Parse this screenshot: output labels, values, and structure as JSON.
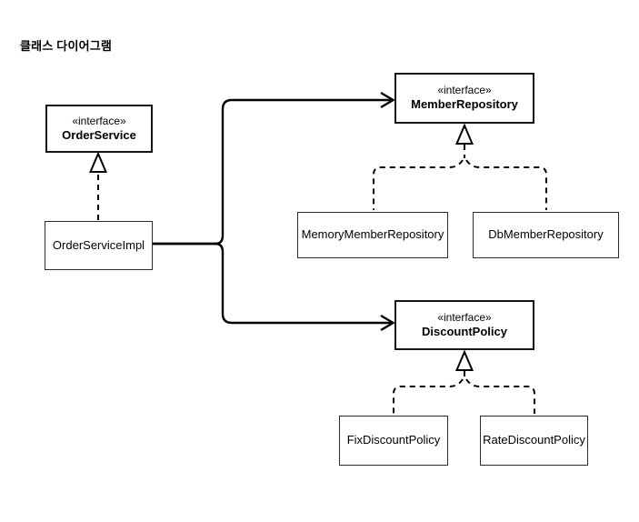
{
  "title": "클래스 다이어그램",
  "colors": {
    "background": "#ffffff",
    "line": "#000000",
    "box_border": "#2b2b2b",
    "box_fill": "#ffffff"
  },
  "diagram": {
    "kind": "uml-class-diagram",
    "nodes": {
      "order_service": {
        "stereotype": "«interface»",
        "name": "OrderService"
      },
      "order_service_impl": {
        "name": "OrderServiceImpl"
      },
      "member_repository": {
        "stereotype": "«interface»",
        "name": "MemberRepository"
      },
      "memory_member_repository": {
        "name": "MemoryMemberRepository"
      },
      "db_member_repository": {
        "name": "DbMemberRepository"
      },
      "discount_policy": {
        "stereotype": "«interface»",
        "name": "DiscountPolicy"
      },
      "fix_discount_policy": {
        "name": "FixDiscountPolicy"
      },
      "rate_discount_policy": {
        "name": "RateDiscountPolicy"
      }
    },
    "relations": [
      {
        "from": "OrderServiceImpl",
        "to": "OrderService",
        "type": "realization",
        "line": "dashed",
        "marker": "hollow-triangle"
      },
      {
        "from": "OrderServiceImpl",
        "to": "MemberRepository",
        "type": "dependency",
        "line": "solid",
        "marker": "open-arrow"
      },
      {
        "from": "OrderServiceImpl",
        "to": "DiscountPolicy",
        "type": "dependency",
        "line": "solid",
        "marker": "open-arrow"
      },
      {
        "from": "MemoryMemberRepository",
        "to": "MemberRepository",
        "type": "realization",
        "line": "dashed",
        "marker": "hollow-triangle"
      },
      {
        "from": "DbMemberRepository",
        "to": "MemberRepository",
        "type": "realization",
        "line": "dashed",
        "marker": "hollow-triangle"
      },
      {
        "from": "FixDiscountPolicy",
        "to": "DiscountPolicy",
        "type": "realization",
        "line": "dashed",
        "marker": "hollow-triangle"
      },
      {
        "from": "RateDiscountPolicy",
        "to": "DiscountPolicy",
        "type": "realization",
        "line": "dashed",
        "marker": "hollow-triangle"
      }
    ]
  }
}
